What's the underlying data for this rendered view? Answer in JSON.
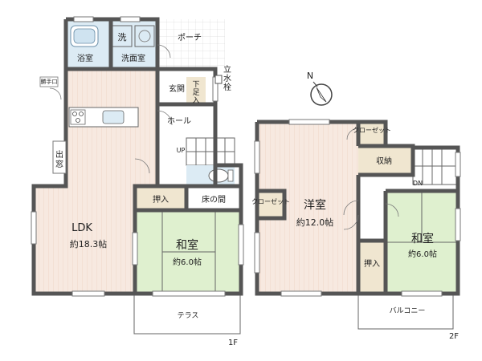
{
  "floor1": {
    "label": "1F",
    "rooms": {
      "bath": "浴室",
      "washroom": "洗面室",
      "washer": "洗",
      "porch": "ポーチ",
      "faucet": "立水栓",
      "back_door": "勝手口",
      "entrance": "玄関",
      "shoe_box": "下足入",
      "hall": "ホール",
      "stair_up": "UP",
      "bay_window": "出窓",
      "ldk": "LDK",
      "ldk_size": "約18.3帖",
      "closet": "押入",
      "alcove": "床の間",
      "washitsu": "和室",
      "washitsu_size": "約6.0帖",
      "terrace": "テラス"
    }
  },
  "floor2": {
    "label": "2F",
    "rooms": {
      "closet_top": "クローゼット",
      "closet_left": "クローゼット",
      "storage": "収納",
      "stair_dn": "DN",
      "youshitsu": "洋室",
      "youshitsu_size": "約12.0帖",
      "washitsu": "和室",
      "washitsu_size": "約6.0帖",
      "closet": "押入",
      "balcony": "バルコニー"
    }
  },
  "compass": {
    "north": "N"
  },
  "colors": {
    "flooring": "#f6e8df",
    "tatami": "#dff0cf",
    "wet_area": "#dcebf4",
    "storage": "#f0e6d0",
    "wall": "#555555"
  }
}
